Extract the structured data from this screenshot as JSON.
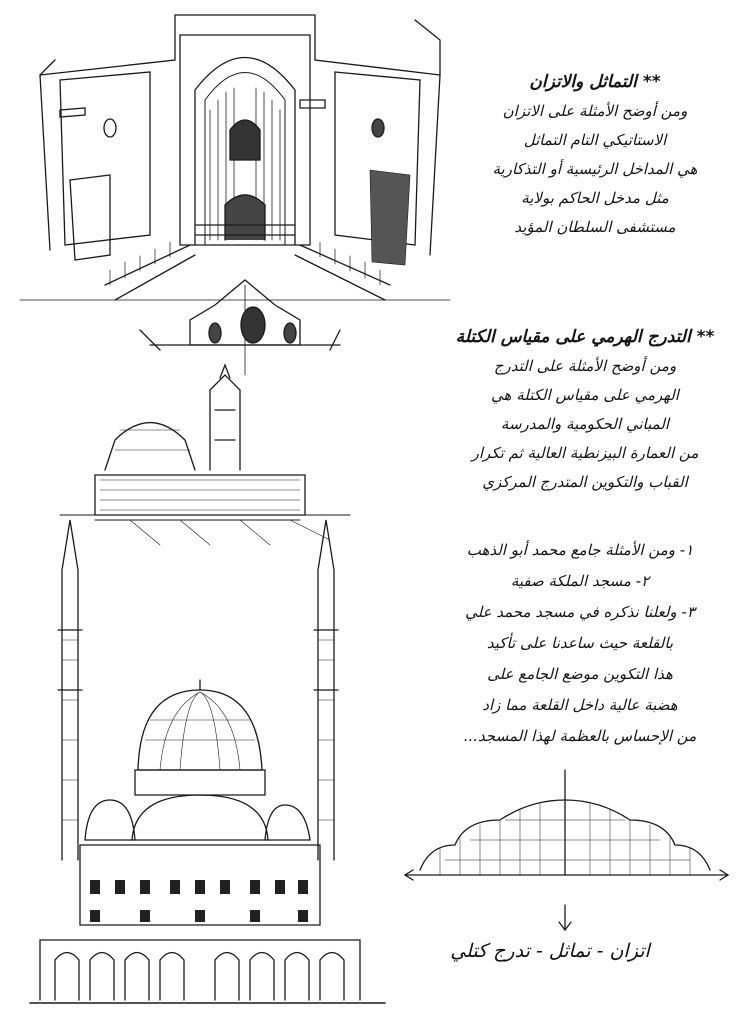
{
  "section_symmetry": {
    "title": "** التماثل والاتزان",
    "lines": [
      "ومن أوضح الأمثلة على الاتزان",
      "الاستاتيكي التام التماثل",
      "هي المداخل الرئيسية أو التذكارية",
      "مثل مدخل الحاكم بولاية",
      "مستشفى السلطان المؤيد"
    ]
  },
  "section_hierarchy": {
    "title": "** التدرج الهرمي على مقياس الكتلة",
    "lines": [
      "ومن أوضح الأمثلة على التدرج",
      "الهرمي على مقياس الكتلة هي",
      "المباني الحكومية والمدرسة",
      "من العمارة البيزنطية العالية ثم تكرار",
      "القباب والتكوين المتدرج المركزي"
    ]
  },
  "section_examples": {
    "lines": [
      "١- ومن الأمثلة جامع محمد أبو الذهب",
      "٢- مسجد الملكة صفية",
      "٣- ولعلنا نذكره في مسجد محمد علي",
      "بالقلعة حيث ساعدنا على تأكيد",
      "هذا التكوين موضع الجامع على",
      "هضبة عالية داخل القلعة مما زاد",
      "من الإحساس بالعظمة لهذا المسجد..."
    ]
  },
  "caption": "اتزان - تماثل - تدرج كتلي",
  "colors": {
    "ink": "#151515",
    "paper": "#ffffff"
  }
}
